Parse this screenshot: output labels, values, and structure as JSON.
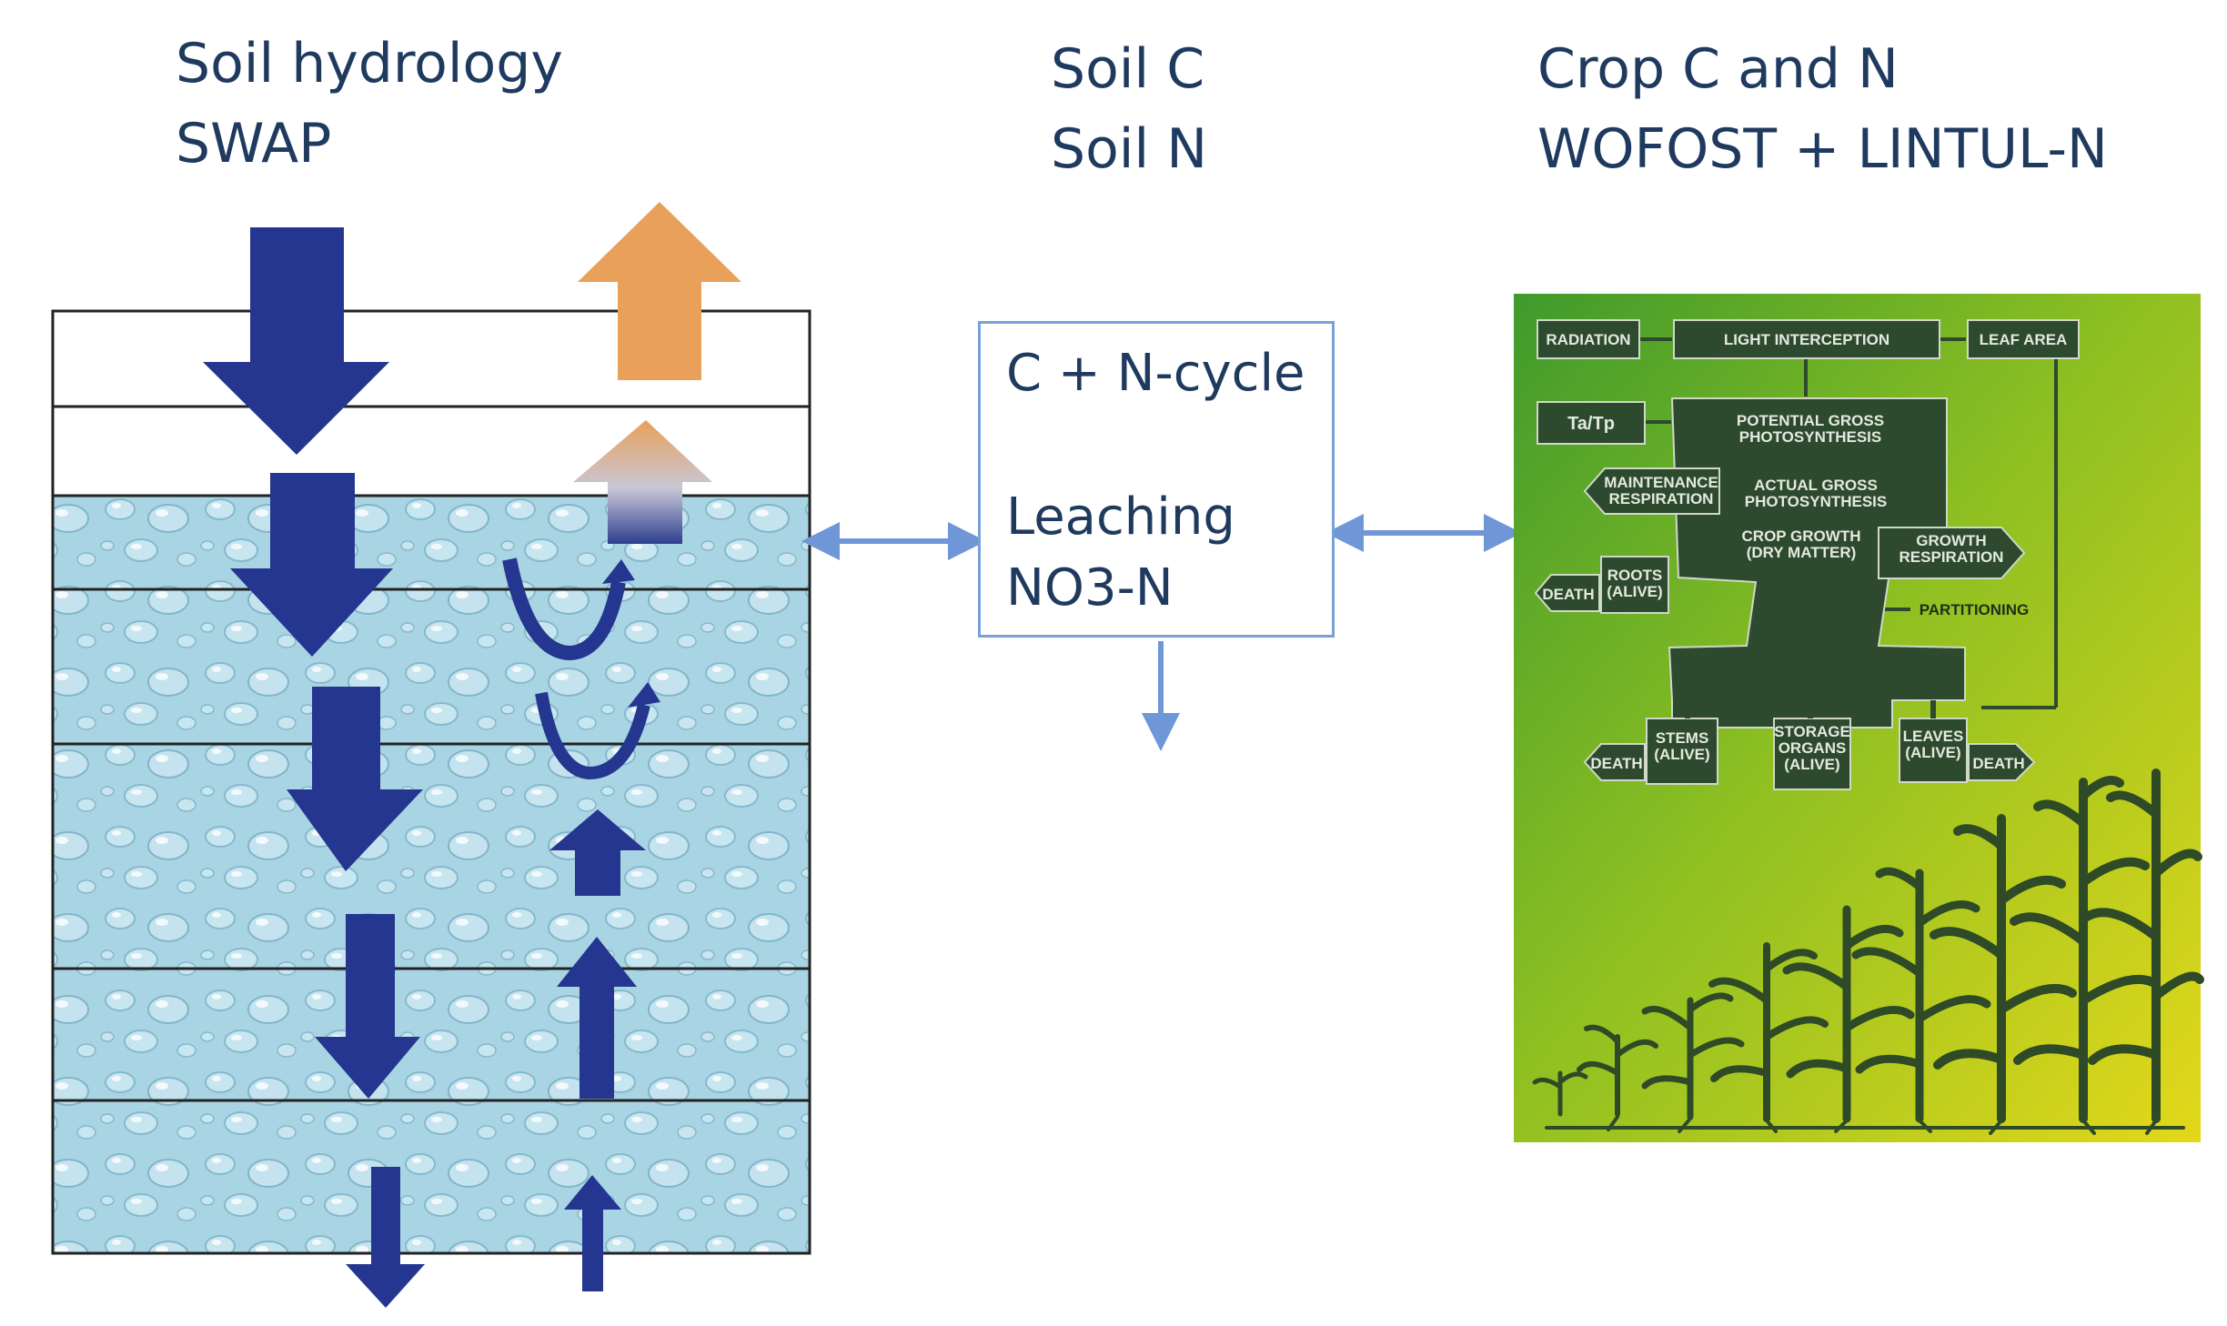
{
  "headings": {
    "hydrology": [
      "Soil hydrology",
      "SWAP"
    ],
    "soil": [
      "Soil C",
      "Soil N"
    ],
    "crop": [
      "Crop C and N",
      "WOFOST + LINTUL-N"
    ]
  },
  "cycle_box": {
    "line1": "C + N-cycle",
    "line2": "Leaching",
    "line3": "NO3-N"
  },
  "flowchart": {
    "radiation": "RADIATION",
    "light_interception": "LIGHT INTERCEPTION",
    "leaf_area": "LEAF AREA",
    "ta_tp": "Ta/Tp",
    "potential_gross": [
      "POTENTIAL GROSS",
      "PHOTOSYNTHESIS"
    ],
    "maintenance": [
      "MAINTENANCE",
      "RESPIRATION"
    ],
    "actual_gross": [
      "ACTUAL GROSS",
      "PHOTOSYNTHESIS"
    ],
    "crop_growth": [
      "CROP GROWTH",
      "(DRY MATTER)"
    ],
    "growth_resp": [
      "GROWTH",
      "RESPIRATION"
    ],
    "roots": [
      "ROOTS",
      "(ALIVE)"
    ],
    "death": "DEATH",
    "partitioning": "PARTITIONING",
    "stems": [
      "STEMS",
      "(ALIVE)"
    ],
    "storage": [
      "STORAGE",
      "ORGANS",
      "(ALIVE)"
    ],
    "leaves": [
      "LEAVES",
      "(ALIVE)"
    ]
  },
  "colors": {
    "heading_text": "#1f3a5f",
    "water_arrow": "#24368f",
    "evap_arrow": "#e8a05a",
    "connector": "#6f96d6",
    "box_border": "#7aa0d8",
    "water": "#a9d4e4",
    "flow_box": "#2d4a2e",
    "panel_top": "#3f9a2c",
    "panel_bottom": "#e3d81a"
  }
}
